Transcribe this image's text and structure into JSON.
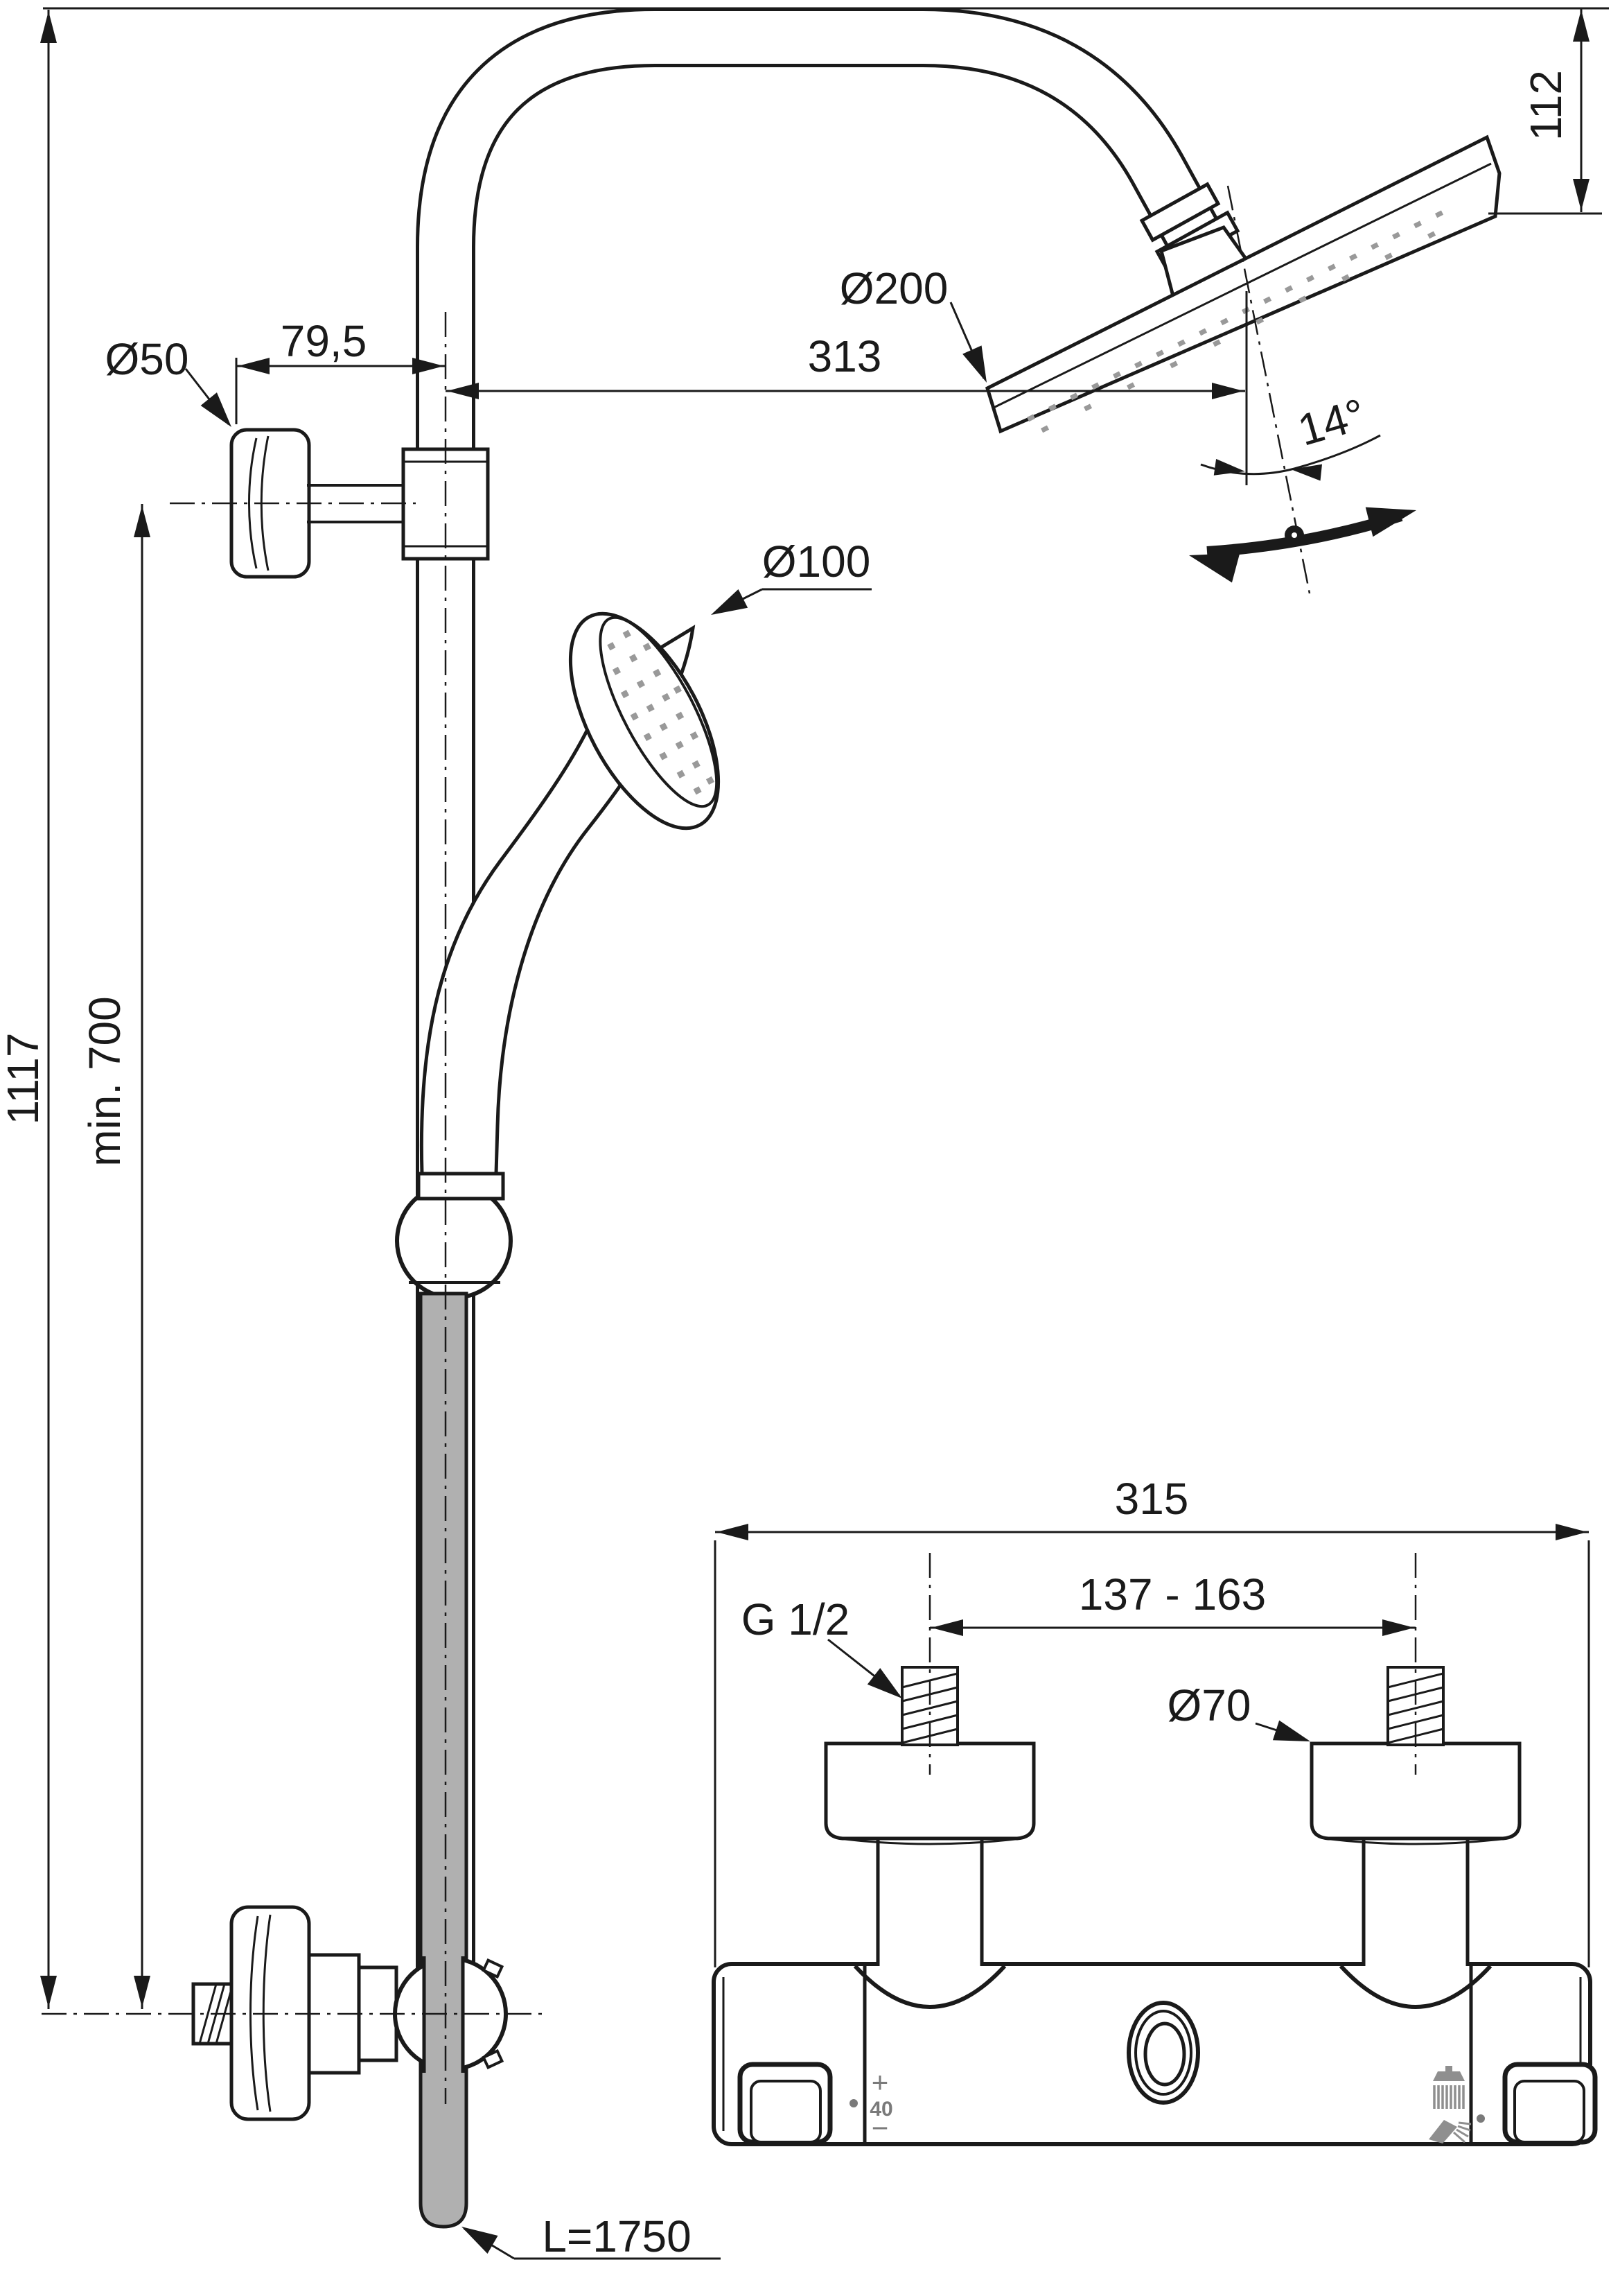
{
  "shower_column": {
    "total_height": "1117",
    "min_mount_height": "min. 700",
    "bracket_offset": "79,5",
    "bracket_diameter": "Ø50",
    "rain_head_diameter": "Ø200",
    "rain_head_reach": "313",
    "rain_head_drop": "112",
    "rain_head_tilt": "14°",
    "hand_shower_diameter": "Ø100",
    "hose_length": "L=1750"
  },
  "mixer": {
    "total_width": "315",
    "inlet_spacing": "137 - 163",
    "inlet_thread": "G 1/2",
    "escutcheon_diameter": "Ø70",
    "temperature_plus": "+",
    "temperature_safety_stop": "40",
    "temperature_minus": "−"
  },
  "colors": {
    "line": "#1a1a1a",
    "hose_fill": "#b0b0b0",
    "detail_gray": "#8f8f8f"
  }
}
